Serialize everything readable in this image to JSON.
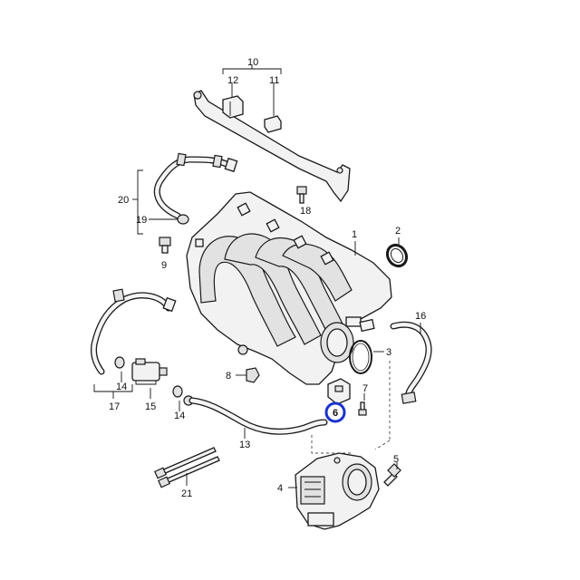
{
  "labels": {
    "p1": "1",
    "p2": "2",
    "p3": "3",
    "p4": "4",
    "p5": "5",
    "p6": "6",
    "p7": "7",
    "p8": "8",
    "p9": "9",
    "p10": "10",
    "p11": "11",
    "p12": "12",
    "p13": "13",
    "p14a": "14",
    "p14b": "14",
    "p15": "15",
    "p16": "16",
    "p17": "17",
    "p18": "18",
    "p19": "19",
    "p20": "20",
    "p21": "21"
  },
  "highlight": {
    "part": "6",
    "color": "#1a33cc"
  }
}
